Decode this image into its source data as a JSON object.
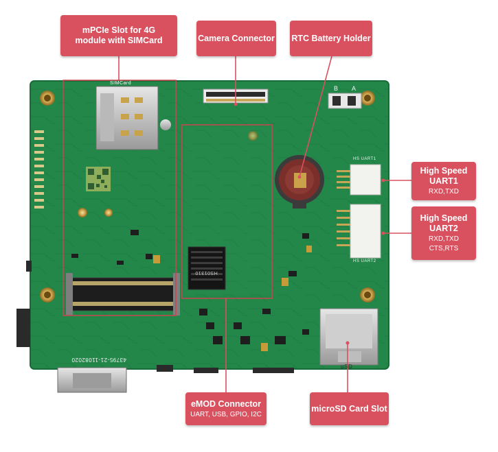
{
  "colors": {
    "board": "#23874a",
    "callout": "#d9515f",
    "frame": "#c9454f"
  },
  "callouts": {
    "mpcie": {
      "title": "mPCIe Slot for 4G module with SIMCard"
    },
    "camera": {
      "title": "Camera Connector"
    },
    "rtc": {
      "title": "RTC Battery Holder"
    },
    "uart1": {
      "title_line1": "High Speed",
      "title_line2": "UART1",
      "sub": "RXD,TXD"
    },
    "uart2": {
      "title_line1": "High Speed",
      "title_line2": "UART2",
      "sub_line1": "RXD,TXD",
      "sub_line2": "CTS,RTS"
    },
    "emod": {
      "title": "eMOD Connector",
      "sub": "UART, USB, GPIO, I2C"
    },
    "microsd": {
      "title": "microSD Card Slot"
    }
  },
  "silkscreen": {
    "sim": "SIMCard",
    "ab_a": "A",
    "ab_b": "B",
    "emod_code": "HS01310",
    "serial": "43795-21-11082020",
    "usd": "µSD",
    "uart1_label": "HS UART1",
    "uart2_label": "HS UART2"
  }
}
